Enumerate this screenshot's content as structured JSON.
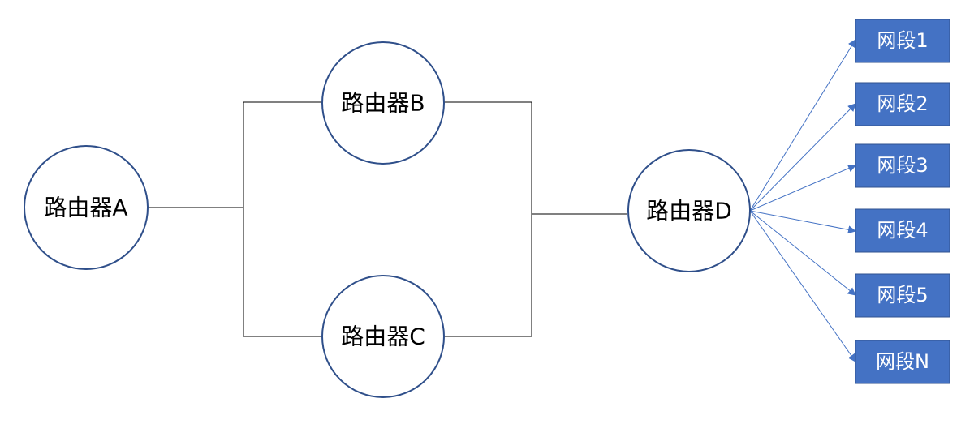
{
  "routers": {
    "a": {
      "label": "路由器A"
    },
    "b": {
      "label": "路由器B"
    },
    "c": {
      "label": "路由器C"
    },
    "d": {
      "label": "路由器D"
    }
  },
  "segments": [
    {
      "label": "网段1"
    },
    {
      "label": "网段2"
    },
    {
      "label": "网段3"
    },
    {
      "label": "网段4"
    },
    {
      "label": "网段5"
    },
    {
      "label": "网段N"
    }
  ],
  "colors": {
    "circle_stroke": "#2F4F8A",
    "segment_fill": "#4472C4",
    "segment_stroke": "#2F528F",
    "arrow": "#4472C4",
    "line": "#000000"
  }
}
